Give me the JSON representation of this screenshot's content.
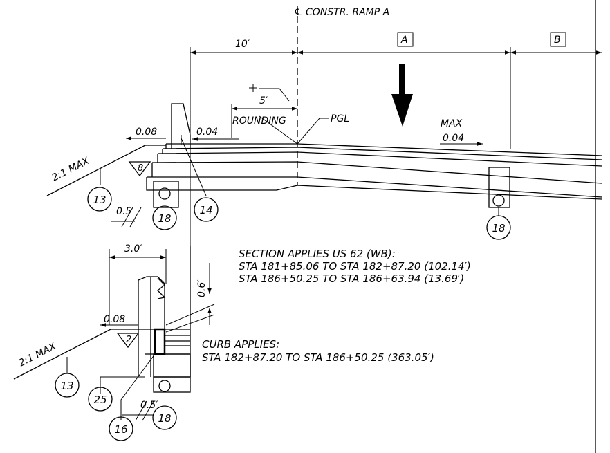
{
  "header": {
    "centerline": "℄ CONSTR. RAMP A"
  },
  "dimensions": {
    "width_10": "10′",
    "box_a": "A",
    "box_b": "B",
    "rounding_5": "5′",
    "rounding": "ROUNDING",
    "pgl": "PGL",
    "max_label": "MAX",
    "slope_max": "0.04",
    "slope_left_1": "0.08",
    "slope_left_2": "0.04",
    "offset_05_top": "0.5′",
    "width_30": "3.0′",
    "height_06": "0.6′",
    "slope_bottom": "0.08",
    "offset_05_bottom": "0.5′"
  },
  "slopes": {
    "top_side": "2:1 MAX",
    "bottom_side": "2:1 MAX"
  },
  "triangles": {
    "top": "8",
    "bottom": "2"
  },
  "callouts": {
    "c13_top": "13",
    "c18_top_left": "18",
    "c14": "14",
    "c18_top_right": "18",
    "c13_bottom": "13",
    "c25": "25",
    "c16": "16",
    "c18_bottom": "18"
  },
  "notes": {
    "section_title": "SECTION APPLIES US 62 (WB):",
    "section_line1": "STA 181+85.06 TO STA 182+87.20 (102.14′)",
    "section_line2": "STA 186+50.25 TO STA 186+63.94 (13.69′)",
    "curb_title": "CURB APPLIES:",
    "curb_line1": "STA 182+87.20 TO STA 186+50.25 (363.05′)"
  }
}
